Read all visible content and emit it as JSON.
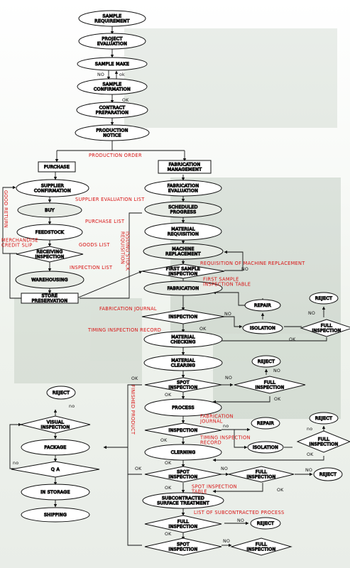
{
  "nodes": {
    "sample_requirement": "SAMPLE\nREQUIREMENT",
    "project_evaluation": "PROJECT\nEVALUATION",
    "sample_make": "SAMPLE MAKE",
    "sample_confirmation": "SAMPLE\nCONFIRMATION",
    "contract_preparation": "CONTRACT\nPREPARATION",
    "production_notice": "PRODUCTION\nNOTICE",
    "purchase": "PURCHASE",
    "fabrication_management": "FABRICATION\nMANAGEMENT",
    "supplier_confirmation": "SUPPLIER\nCONFIRMATION",
    "buy": "BUY",
    "feedstock": "FEEDSTOCK",
    "receiving_inspection": "RECEIVING\nINSPECTION",
    "warehousing": "WAREHOUSING",
    "store_preservation": "STORE\nPRESERVATION",
    "fabrication_evaluation": "FABRICATION\nEVALUATION",
    "scheduled_progress": "SCHEDULED\nPROGRESS",
    "material_requisition": "MATERIAL\nREQUISITION",
    "machine_replacement": "MACHINE\nREPLACEMENT",
    "first_sample_inspection": "FIRST SAMPLE\nINSPECTION",
    "fabrication": "FABRICATION",
    "inspection_1": "INSPECTION",
    "material_checking": "MATERIAL\nCHECKING",
    "repair_1": "REPAIR",
    "isolation_1": "ISOLATION",
    "full_inspection_1": "FULL\nINSPECTION",
    "reject_1": "REJECT",
    "material_clearing": "MATERIAL\nCLEARING",
    "spot_inspection_1": "SPOT\nINSPECTION",
    "full_inspection_2": "FULL\nINSPECTION",
    "reject_2": "REJECT",
    "process": "PROCESS",
    "inspection_2": "INSPECTION",
    "repair_2": "REPAIR",
    "isolation_2": "ISOLATION",
    "full_inspection_3": "FULL\nINSPECTION",
    "reject_3": "REJECT",
    "clerning": "CLERNING",
    "spot_inspection_2": "SPOT\nINSPECTION",
    "full_inspection_4": "FULL\nINSPECTION",
    "reject_4": "REJECT",
    "subcontracted": "SUBCONTRACTED\nSURFACE TREATMENT",
    "full_inspection_5": "FULL\nINSPECTION",
    "reject_5": "REJECT",
    "spot_inspection_3": "SPOT\nINSPECTION",
    "full_inspection_6": "FULL\nINSPECTION",
    "reject_left": "REJECT",
    "visual_inspection": "VISUAL\nINSPECTION",
    "package": "PACKAGE",
    "qa": "Q  A",
    "in_storage": "IN STORAGE",
    "shipping": "SHIPPING"
  },
  "red_labels": {
    "production_order": "PRODUCTION ORDER",
    "supplier_evaluation_list": "SUPPLIER EVALUATION LIST",
    "purchase_list": "PURCHASE LIST",
    "goods_list": "GOODS LIST",
    "inspection_list": "INSPECTION LIST",
    "merchandise_credit_slip": "MERCHANDISE\nCREDIT SLIP",
    "good_return": "GOOD RETURN",
    "issuing_stock_requisition": "ISSUING STOCK\nREQUISITION",
    "requisition_of_machine_replacement": "REQUISITION OF MACHINE REPLACEMENT",
    "first_sample_inspection_table": "FIRST SAMPLE\nINSPECTION TABLE",
    "fabrication_journal_1": "FABRICATION JOURNAL",
    "timing_inspection_record_1": "TIMING INSPECTION RECORD",
    "finished_product": "FINISHED PRODUCT",
    "fabrication_journal_2": "FABRICATION\nJOURNAL",
    "timing_inspection_record_2": "TIMING INSPECTION\nRECORD",
    "spot_inspection_table": "SPOT INSPECTION\nTABLE",
    "list_of_subcontracted_process": "LIST OF SUBCONTRACTED PROCESS"
  },
  "branch_labels": {
    "no": "NO",
    "ok": "ok",
    "ok_caps": "OK",
    "no_lower": "no"
  }
}
